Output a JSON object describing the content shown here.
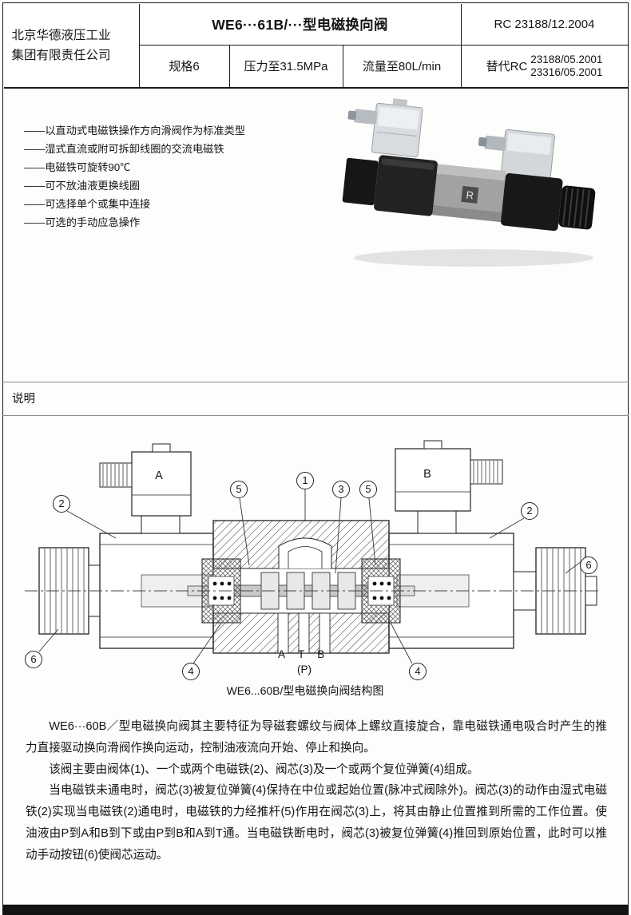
{
  "header": {
    "company_line1": "北京华德液压工业",
    "company_line2": "集团有限责任公司",
    "title": "WE6···61B/···型电磁换向阀",
    "doc_code": "RC 23188/12.2004",
    "spec": "规格6",
    "pressure": "压力至31.5MPa",
    "flow": "流量至80L/min",
    "replace_label": "替代RC",
    "replace_line1": "23188/05.2001",
    "replace_line2": "23316/05.2001"
  },
  "features": [
    "——以直动式电磁铁操作方向滑阀作为标准类型",
    "——湿式直流或附可拆卸线圈的交流电磁铁",
    "——电磁铁可旋转90℃",
    "——可不放油液更换线圈",
    "——可选择单个或集中连接",
    "——可选的手动应急操作"
  ],
  "photo": {
    "logo": "R"
  },
  "section_label": "说明",
  "diagram": {
    "c1": "1",
    "c2": "2",
    "c3": "3",
    "c4": "4",
    "c5": "5",
    "c6": "6",
    "label_a": "A",
    "label_b": "B",
    "port_a": "A",
    "port_t": "T",
    "port_b": "B",
    "port_p": "(P)",
    "caption": "WE6...60B/型电磁换向阀结构图"
  },
  "description": {
    "para1": "WE6···60B／型电磁换向阀其主要特征为导磁套螺纹与阀体上螺纹直接旋合，靠电磁铁通电吸合时产生的推力直接驱动换向滑阀作换向运动，控制油液流向开始、停止和换向。",
    "para2": "该阀主要由阀体(1)、一个或两个电磁铁(2)、阀芯(3)及一个或两个复位弹簧(4)组成。",
    "para3": "当电磁铁未通电时，阀芯(3)被复位弹簧(4)保持在中位或起始位置(脉冲式阀除外)。阀芯(3)的动作由湿式电磁铁(2)实现当电磁铁(2)通电时，电磁铁的力经推杆(5)作用在阀芯(3)上，将其由静止位置推到所需的工作位置。使油液由P到A和B到下或由P到B和A到T通。当电磁铁断电时，阀芯(3)被复位弹簧(4)推回到原始位置，此时可以推动手动按钮(6)使阀芯运动。"
  }
}
